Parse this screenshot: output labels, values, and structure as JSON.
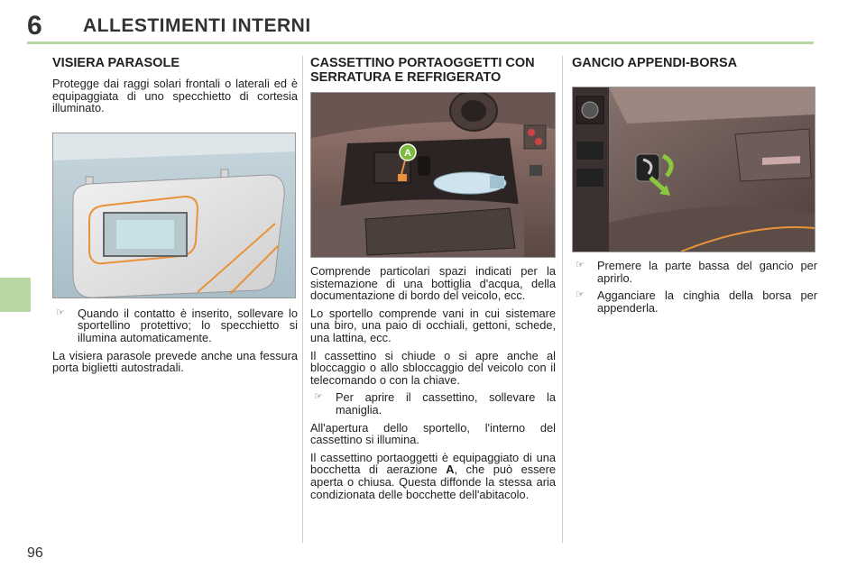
{
  "header": {
    "chapter_number": "6",
    "chapter_title": "ALLESTIMENTI INTERNI"
  },
  "page_number": "96",
  "bullet_icon": "pointing-hand-icon",
  "sections": {
    "visiera": {
      "title": "VISIERA PARASOLE",
      "intro": "Protegge dai raggi solari frontali o laterali ed è equipaggiata di uno specchietto di cortesia illuminato.",
      "bullet1": "Quando il contatto è inserito, sollevare lo sportellino protettivo; lo specchietto si illumina automaticamente.",
      "outro": "La visiera parasole prevede anche una fessura porta biglietti autostradali."
    },
    "cassettino": {
      "title": "CASSETTINO PORTAOGGETTI CON SERRATURA E REFRIGERATO",
      "image_label": "A",
      "p1": "Comprende particolari spazi indicati per la sistemazione di una bottiglia d'acqua, della documentazione di bordo del veicolo, ecc.",
      "p2": "Lo sportello comprende vani in cui sistemare una biro, una paio di occhiali, gettoni, schede, una lattina, ecc.",
      "p3": "Il cassettino si chiude o si apre anche al bloccaggio o allo sbloccaggio del veicolo con il telecomando o con la chiave.",
      "bullet1": "Per aprire il cassettino, sollevare la maniglia.",
      "p4": "All'apertura dello sportello, l'interno del cassettino si illumina.",
      "p5_before": "Il cassettino portaoggetti è equipaggiato di una bocchetta di aerazione ",
      "p5_bold": "A",
      "p5_after": ", che può essere aperta o chiusa. Questa diffonde la stessa aria condizionata delle bocchette dell'abitacolo."
    },
    "gancio": {
      "title": "GANCIO APPENDI-BORSA",
      "bullet1": "Premere la parte bassa del gancio per aprirlo.",
      "bullet2": "Agganciare la cinghia della borsa per appenderla."
    }
  },
  "colors": {
    "accent_green": "#b9d7a3",
    "label_green": "#7dbb3c",
    "arrow_green": "#8cc63f",
    "highlight_orange": "#e8923a"
  }
}
